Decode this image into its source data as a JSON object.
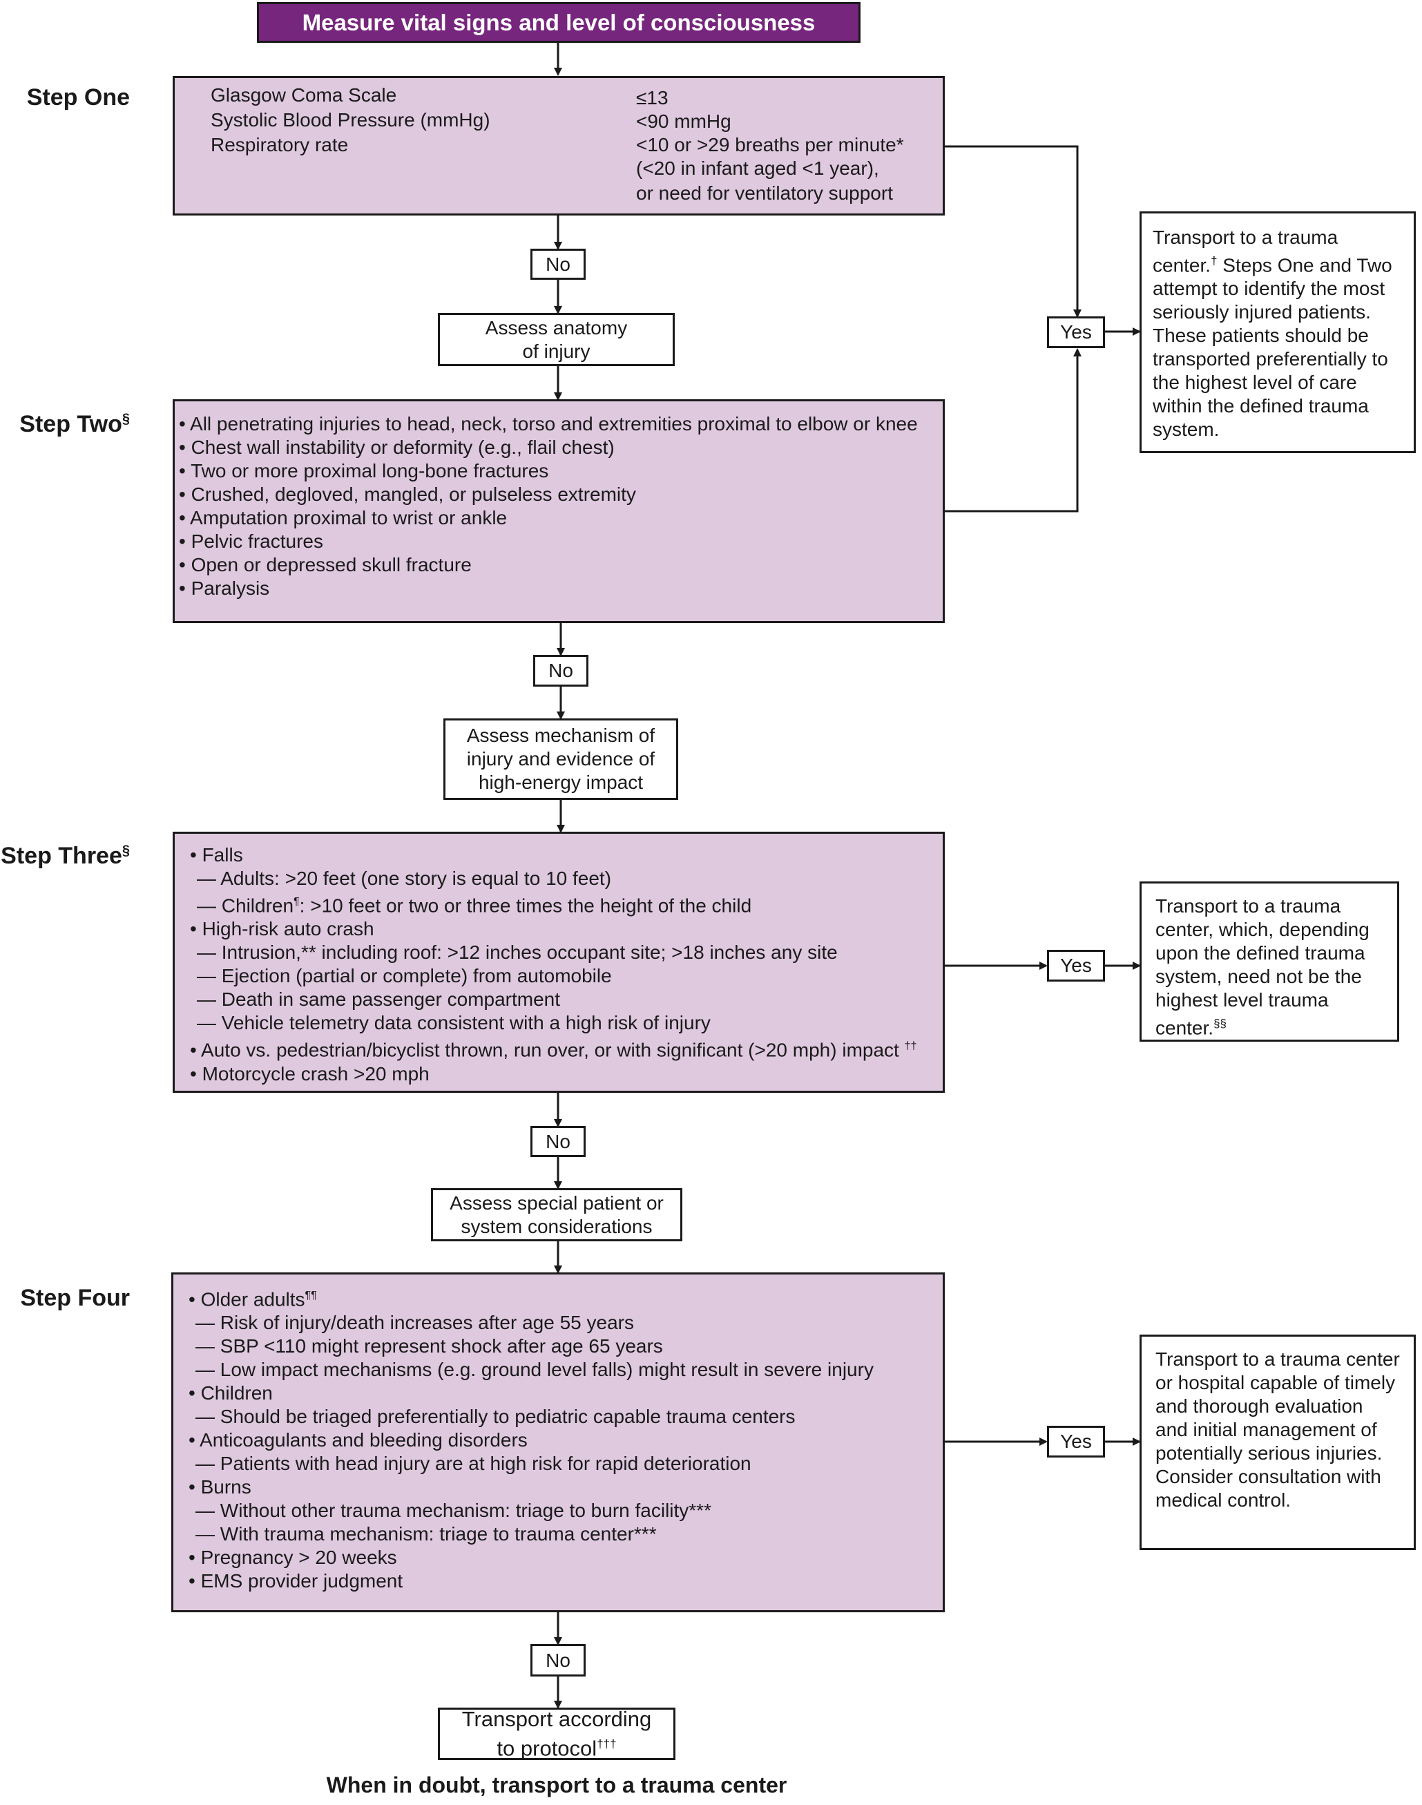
{
  "header": "Measure vital signs and level of consciousness",
  "steps": {
    "one": {
      "label": "Step One",
      "criteria": [
        {
          "name": "Glasgow Coma Scale",
          "value": "≤13"
        },
        {
          "name": "Systolic Blood Pressure (mmHg)",
          "value": "<90 mmHg"
        },
        {
          "name": "Respiratory rate",
          "value": "<10 or >29 breaths per minute*"
        }
      ],
      "resp_extra": [
        "(<20 in infant aged <1 year),",
        "or need for ventilatory support"
      ]
    },
    "two": {
      "label": "Step Two",
      "label_sup": "§",
      "items": [
        "• All penetrating injuries to head, neck, torso and extremities proximal to elbow or knee",
        "• Chest wall instability or deformity (e.g., flail chest)",
        "• Two or more proximal long-bone fractures",
        "• Crushed, degloved, mangled, or pulseless extremity",
        "• Amputation proximal to wrist or ankle",
        "• Pelvic fractures",
        "• Open or depressed skull fracture",
        "• Paralysis"
      ]
    },
    "three": {
      "label": "Step Three",
      "label_sup": "§",
      "items": [
        "• Falls",
        "— Adults: >20 feet (one story is equal to 10 feet)",
        "— Children",
        "• High-risk auto crash",
        "— Intrusion,** including roof: >12 inches occupant site; >18 inches any site",
        "— Ejection (partial or complete) from automobile",
        "— Death in same passenger compartment",
        "— Vehicle telemetry data consistent with a high risk of injury",
        "• Auto vs. pedestrian/bicyclist thrown, run over, or with significant (>20 mph) impact",
        "• Motorcycle crash >20 mph"
      ],
      "children_sup": "¶",
      "children_rest": ": >10 feet or two or three times the height of the child",
      "auto_sup": "††"
    },
    "four": {
      "label": "Step Four",
      "items": [
        "• Older adults",
        "— Risk of injury/death increases after age 55 years",
        "— SBP <110 might represent shock after age 65 years",
        "— Low impact mechanisms (e.g. ground level falls) might result in severe injury",
        "• Children",
        "— Should be triaged preferentially to pediatric capable trauma centers",
        "• Anticoagulants and bleeding disorders",
        "— Patients with head injury are at high risk for rapid deterioration",
        "• Burns",
        "— Without other trauma mechanism: triage to burn facility***",
        "— With trauma mechanism: triage to trauma center***",
        "• Pregnancy > 20 weeks",
        "• EMS provider judgment"
      ],
      "older_sup": "¶¶"
    }
  },
  "assess": {
    "anatomy": [
      "Assess anatomy",
      "of injury"
    ],
    "mechanism": [
      "Assess mechanism of",
      "injury and evidence of",
      "high-energy impact"
    ],
    "special": [
      "Assess special patient or",
      "system considerations"
    ]
  },
  "no_label": "No",
  "yes_label": "Yes",
  "outcomes": {
    "one_two": {
      "pre": "Transport to a trauma center.",
      "sup": "†",
      "post": " Steps One and Two attempt to identify the most seriously injured patients. These patients should be transported preferentially to the highest level of care within the defined trauma system."
    },
    "three": {
      "pre": "Transport to a trauma center, which, depending upon the defined trauma system, need not be the highest level trauma center.",
      "sup": "§§"
    },
    "four": {
      "pre": "Transport to a trauma center or hospital capable of timely and thorough evaluation and initial management of potentially serious injuries. Consider consultation with medical control."
    }
  },
  "final": {
    "line1": "Transport according",
    "line2": "to protocol",
    "sup": "†††"
  },
  "footer": "When in doubt, transport to a trauma center",
  "colors": {
    "header_bg": "#76267d",
    "step_box_bg": "#dfc9df",
    "line": "#1a1a1a"
  }
}
